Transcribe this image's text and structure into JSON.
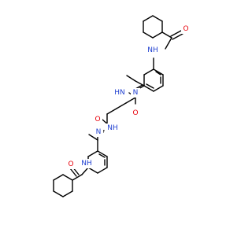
{
  "molecule": {
    "colors": {
      "carbon_bond": "#000000",
      "nitrogen": "#1f3fd0",
      "oxygen": "#e8000b",
      "background": "#ffffff"
    },
    "atom_labels": {
      "o_top_amide": "O",
      "nh_top_amide": "NH",
      "n_top_imine": "N",
      "hn_top_hydrazide": "HN",
      "o_top_hydrazide": "O",
      "o_bottom_hydrazide": "O",
      "nh_bottom_hydrazide": "NH",
      "n_bottom_imine": "N",
      "o_bottom_amide": "O",
      "nh_bottom_amide": "NH"
    }
  }
}
